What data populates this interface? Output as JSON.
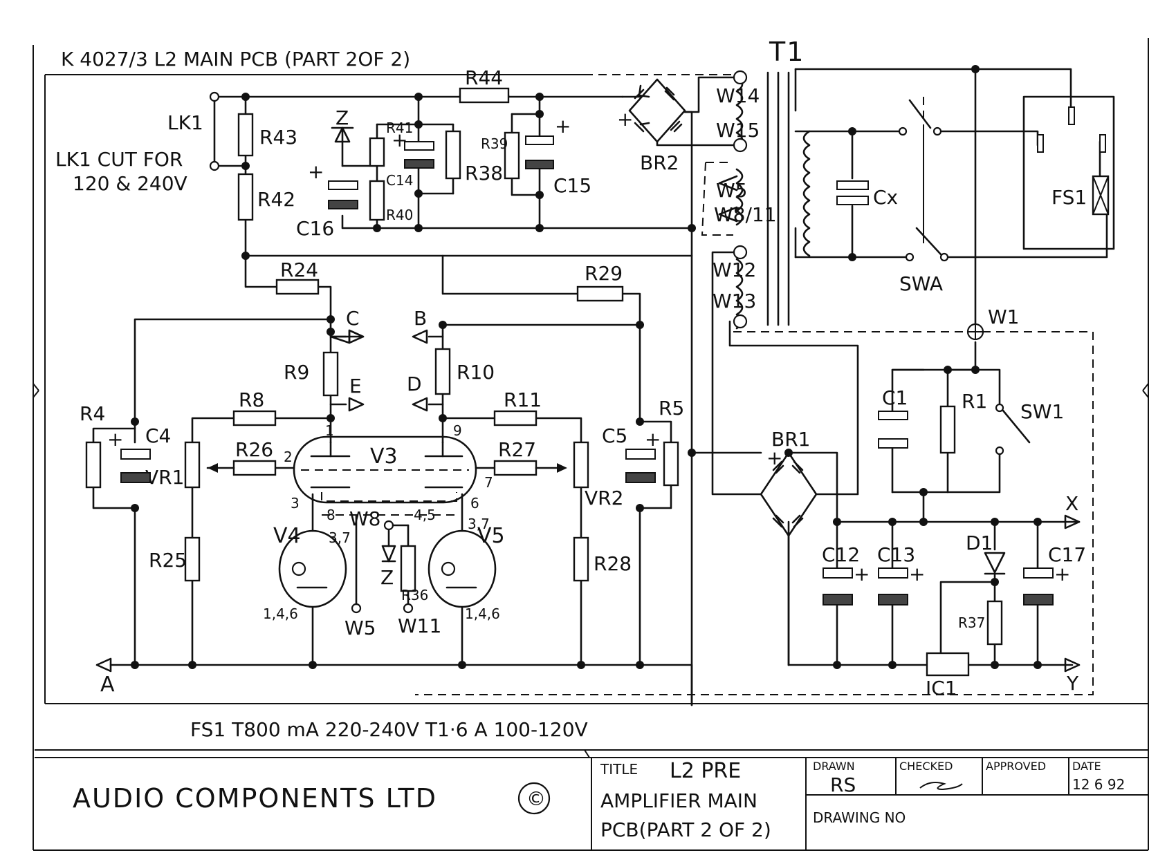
{
  "header": {
    "title": "K 4027/3  L2 MAIN PCB  (PART 2OF 2)"
  },
  "transformer_label": "T1",
  "link_label": "LK1",
  "link_note_line1": "LK1 CUT FOR",
  "link_note_line2": "120 & 240V",
  "components": {
    "R43": "R43",
    "R42": "R42",
    "R41": "R41",
    "R40": "R40",
    "R38": "R38",
    "R39": "R39",
    "R44": "R44",
    "C14": "C14",
    "C15": "C15",
    "C16": "C16",
    "Z1": "Z",
    "BR2": "BR2",
    "R24": "R24",
    "R29": "R29",
    "R9": "R9",
    "R10": "R10",
    "R8": "R8",
    "R11": "R11",
    "R26": "R26",
    "R27": "R27",
    "R4": "R4",
    "R5": "R5",
    "C4": "C4",
    "C5": "C5",
    "VR1": "VR1",
    "VR2": "VR2",
    "V3": "V3",
    "V4": "V4",
    "V5": "V5",
    "R25": "R25",
    "R28": "R28",
    "R36": "R36",
    "W8": "W8",
    "W5b": "W5",
    "W11": "W11",
    "Z2": "Z",
    "Cx": "Cx",
    "SWA": "SWA",
    "FS1": "FS1",
    "W1": "W1",
    "C1": "C1",
    "R1": "R1",
    "SW1": "SW1",
    "BR1": "BR1",
    "C12": "C12",
    "C13": "C13",
    "C17": "C17",
    "D1": "D1",
    "R37": "R37",
    "IC1": "IC1"
  },
  "nodes": {
    "A": "A",
    "B": "B",
    "C": "C",
    "D": "D",
    "E": "E",
    "X": "X",
    "Y": "Y"
  },
  "wires": {
    "W14": "W14",
    "W15": "W15",
    "W5": "W5",
    "W8_11": "W8/11",
    "W12": "W12",
    "W13": "W13"
  },
  "pins": {
    "p1": "1",
    "p2": "2",
    "p3": "3",
    "p9": "9",
    "p7": "7",
    "p6": "6",
    "p8": "8",
    "p45": "4,5",
    "p37a": "3,7",
    "p37b": "3,7",
    "p146a": "1,4,6",
    "p146b": "1,4,6"
  },
  "fuse_note": "FS1     T800 mA  220-240V     T1·6 A   100-120V",
  "title_block": {
    "company": "AUDIO COMPONENTS LTD",
    "copyright": "©",
    "title_caption": "TITLE",
    "title_line1": "L2 PRE",
    "title_line2": "AMPLIFIER MAIN",
    "title_line3": "PCB(PART 2 OF 2)",
    "drawn_caption": "DRAWN",
    "drawn_value": "RS",
    "checked_caption": "CHECKED",
    "approved_caption": "APPROVED",
    "date_caption": "DATE",
    "date_value": "12 6 92",
    "drawing_no_caption": "DRAWING NO"
  }
}
